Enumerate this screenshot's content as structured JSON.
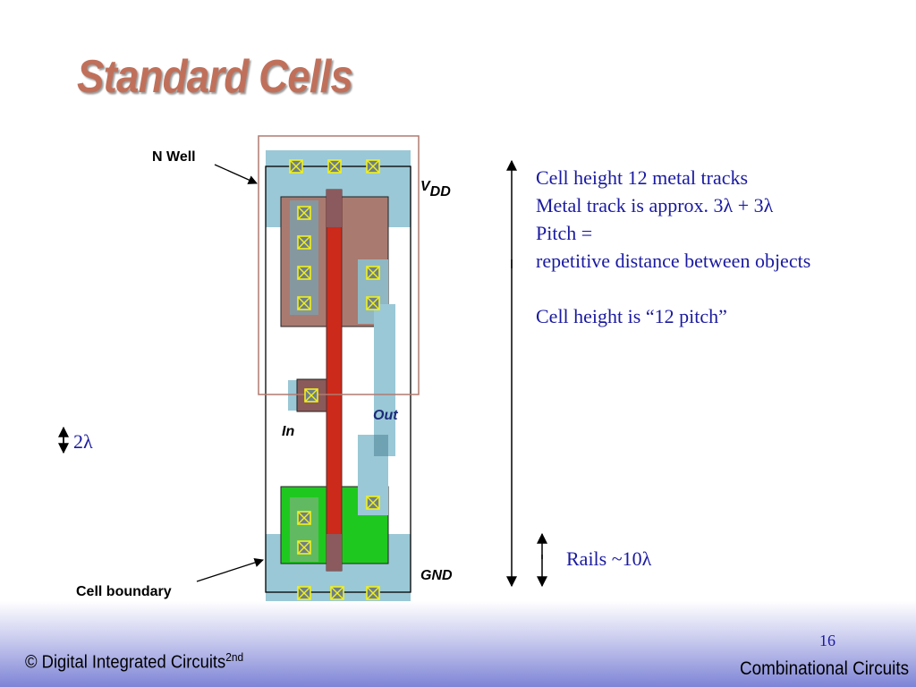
{
  "slide": {
    "title": "Standard Cells",
    "page_number": "16",
    "footer_left": "© Digital Integrated Circuits",
    "footer_left_sup": "2nd",
    "footer_right": "Combinational Circuits"
  },
  "diagram": {
    "labels": {
      "n_well": "N Well",
      "vdd_v": "V",
      "vdd_sub": "DD",
      "in": "In",
      "out": "Out",
      "gnd": "GND",
      "cell_boundary": "Cell boundary",
      "two_lambda": "2λ",
      "rails": "Rails ~10λ"
    }
  },
  "notes": {
    "line1": "Cell height 12 metal tracks",
    "line2": "Metal track is approx. 3λ + 3λ",
    "line3": "Pitch =",
    "line4": "repetitive distance between objects",
    "line5": "Cell height is “12 pitch”"
  },
  "colors": {
    "metal1": "#9ac8d6",
    "poly": "#cc2a1a",
    "pdiff": "#a97a70",
    "ndiff": "#1fc81f",
    "nwell_outline": "#b07a70",
    "contact": "#f0f020",
    "title": "#c0705a",
    "note_text": "#1a1aa0"
  }
}
